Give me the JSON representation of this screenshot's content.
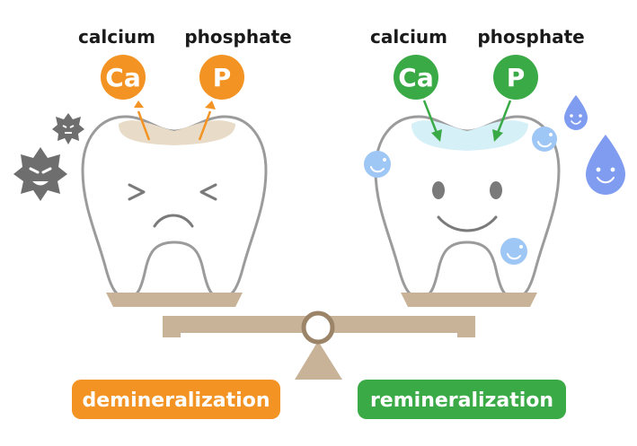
{
  "left": {
    "label_calcium": "calcium",
    "label_phosphate": "phosphate",
    "ca_symbol": "Ca",
    "p_symbol": "P",
    "process_label": "demineralization",
    "accent_color": "#f39323"
  },
  "right": {
    "label_calcium": "calcium",
    "label_phosphate": "phosphate",
    "ca_symbol": "Ca",
    "p_symbol": "P",
    "process_label": "remineralization",
    "accent_color": "#3aaa46"
  },
  "colors": {
    "balance": "#c9b398",
    "tooth_outline": "#9b9b9b",
    "saliva_drop": "#7f9cf0",
    "bubble": "#9fc7f5",
    "germ": "#6e6e6e"
  },
  "icons": [
    "germ-icon",
    "saliva-drop-icon",
    "bubble-icon",
    "tooth-icon"
  ]
}
